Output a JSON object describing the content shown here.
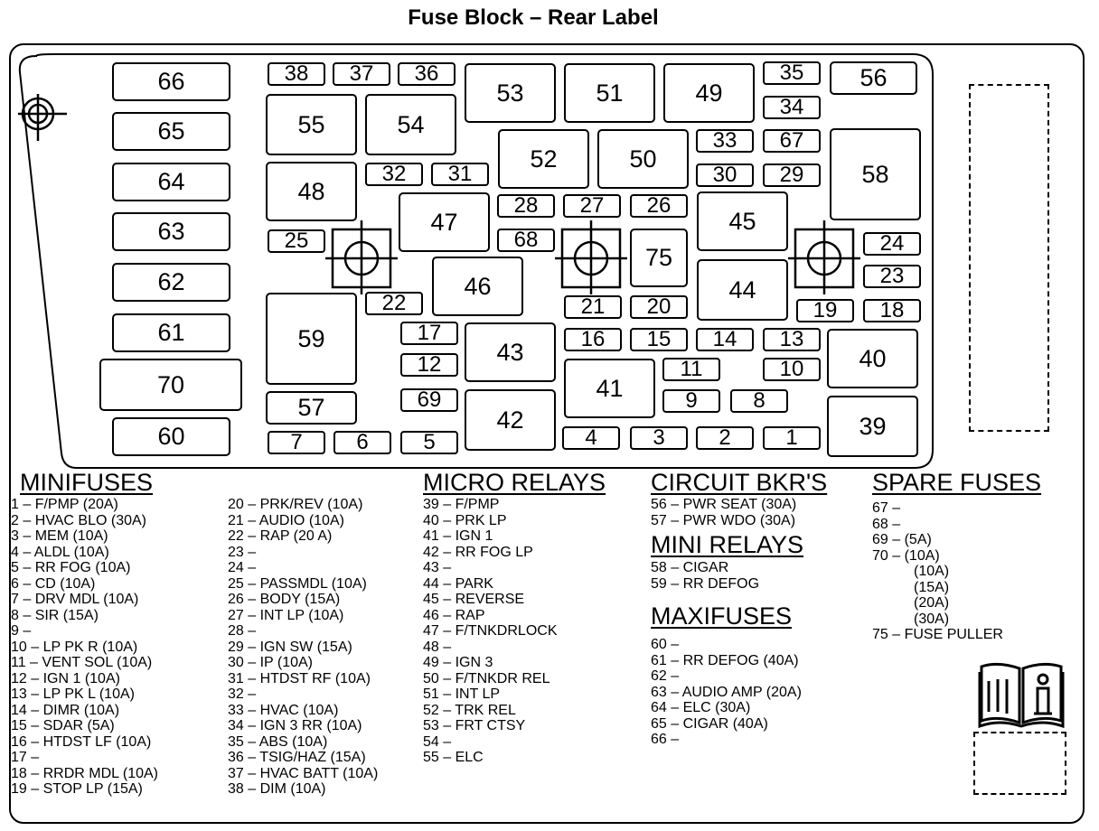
{
  "title": "Fuse Block – Rear Label",
  "fuse_block": {
    "large": [
      "66",
      "65",
      "64",
      "63",
      "62",
      "61",
      "70",
      "60"
    ],
    "boxes": [
      "38",
      "37",
      "36",
      "53",
      "51",
      "49",
      "35",
      "56",
      "55",
      "54",
      "34",
      "52",
      "50",
      "33",
      "67",
      "32",
      "31",
      "30",
      "29",
      "58",
      "48",
      "47",
      "28",
      "27",
      "26",
      "45",
      "25",
      "68",
      "75",
      "24",
      "23",
      "22",
      "46",
      "21",
      "20",
      "44",
      "19",
      "18",
      "59",
      "17",
      "43",
      "16",
      "15",
      "14",
      "13",
      "40",
      "12",
      "11",
      "10",
      "41",
      "69",
      "9",
      "8",
      "57",
      "42",
      "39",
      "7",
      "6",
      "5",
      "4",
      "3",
      "2",
      "1"
    ]
  },
  "minifuses": {
    "heading": "MINIFUSES",
    "col1": [
      "1 – F/PMP (20A)",
      "2 – HVAC BLO (30A)",
      "3 – MEM (10A)",
      "4 – ALDL (10A)",
      "5 – RR FOG (10A)",
      "6 – CD (10A)",
      "7 – DRV MDL (10A)",
      "8 – SIR (15A)",
      "9 –",
      "10 – LP PK R (10A)",
      "11 – VENT SOL (10A)",
      "12 – IGN 1 (10A)",
      "13 – LP PK L (10A)",
      "14 – DIMR (10A)",
      "15 – SDAR (5A)",
      "16 – HTDST LF (10A)",
      "17 –",
      "18 – RRDR MDL (10A)",
      "19 – STOP LP (15A)"
    ],
    "col2": [
      "20 – PRK/REV (10A)",
      "21 – AUDIO (10A)",
      "22 – RAP (20 A)",
      "23 –",
      "24 –",
      "25 – PASSMDL (10A)",
      "26 – BODY (15A)",
      "27 – INT LP (10A)",
      "28 –",
      "29 – IGN SW (15A)",
      "30 – IP (10A)",
      "31 – HTDST RF (10A)",
      "32 –",
      "33 – HVAC (10A)",
      "34 – IGN 3 RR (10A)",
      "35 – ABS (10A)",
      "36 – TSIG/HAZ (15A)",
      "37 – HVAC BATT (10A)",
      "38 – DIM (10A)"
    ]
  },
  "micro_relays": {
    "heading": "MICRO RELAYS",
    "items": [
      "39 – F/PMP",
      "40 – PRK LP",
      "41 – IGN 1",
      "42 – RR FOG LP",
      "43 –",
      "44 – PARK",
      "45 – REVERSE",
      "46 – RAP",
      "47 – F/TNKDRLOCK",
      "48 –",
      "49 – IGN 3",
      "50 – F/TNKDR REL",
      "51 – INT LP",
      "52 – TRK REL",
      "53 – FRT CTSY",
      "54 –",
      "55 – ELC"
    ]
  },
  "circuit_bkrs": {
    "heading": "CIRCUIT BKR'S",
    "items": [
      "56 – PWR SEAT (30A)",
      "57 – PWR WDO (30A)"
    ]
  },
  "mini_relays": {
    "heading": "MINI RELAYS",
    "items": [
      "58 – CIGAR",
      "59 – RR DEFOG"
    ]
  },
  "maxifuses": {
    "heading": "MAXIFUSES",
    "items": [
      "60 –",
      "61 – RR DEFOG (40A)",
      "62 –",
      "63 – AUDIO AMP (20A)",
      "64 – ELC (30A)",
      "65 – CIGAR (40A)",
      "66 –"
    ]
  },
  "spare_fuses": {
    "heading": "SPARE FUSES",
    "items": [
      "67 –",
      "68 –",
      "69 – (5A)",
      "70 – (10A)",
      "(10A)",
      "(15A)",
      "(20A)",
      "(30A)",
      "75 – FUSE PULLER"
    ]
  }
}
